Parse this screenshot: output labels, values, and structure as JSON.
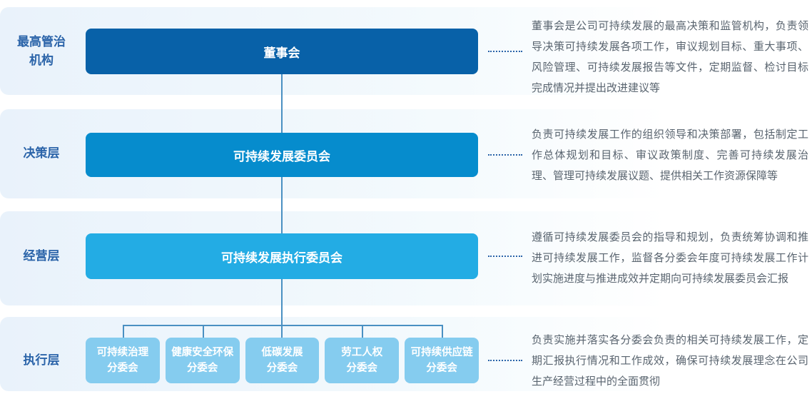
{
  "diagram": {
    "rows": [
      {
        "label_line1": "最高管治",
        "label_line2": "机构",
        "box": "董事会",
        "description": "董事会是公司可持续发展的最高决策和监管机构，负责领导决策可持续发展各项工作，审议规划目标、重大事项、风险管理、可持续发展报告等文件，定期监督、检讨目标完成情况并提出改进建议等"
      },
      {
        "label": "决策层",
        "box": "可持续发展委员会",
        "description": "负责可持续发展工作的组织领导和决策部署，包括制定工作总体规划和目标、审议政策制度、完善可持续发展治理、管理可持续发展议题、提供相关工作资源保障等"
      },
      {
        "label": "经营层",
        "box": "可持续发展执行委员会",
        "description": "遵循可持续发展委员会的指导和规划，负责统筹协调和推进可持续发展工作，监督各分委会年度可持续发展工作计划实施进度与推进成效并定期向可持续发展委员会汇报"
      },
      {
        "label": "执行层",
        "description": "负责实施并落实各分委会负责的相关可持续发展工作，定期汇报执行情况和工作成效，确保可持续发展理念在公司生产经营过程中的全面贯彻",
        "subcommittees": [
          {
            "line1": "可持续治理",
            "line2": "分委会"
          },
          {
            "line1": "健康安全环保",
            "line2": "分委会"
          },
          {
            "line1": "低碳发展",
            "line2": "分委会"
          },
          {
            "line1": "劳工人权",
            "line2": "分委会"
          },
          {
            "line1": "可持续供应链",
            "line2": "分委会"
          }
        ]
      }
    ],
    "colors": {
      "band-start": "#e9f2fb",
      "label": "#2b64a9",
      "box1": "#0861a8",
      "box2": "#068ccd",
      "box3": "#23ace4",
      "box4": "#85ccef",
      "line": "#4a90c2",
      "desc": "#59646f"
    }
  }
}
